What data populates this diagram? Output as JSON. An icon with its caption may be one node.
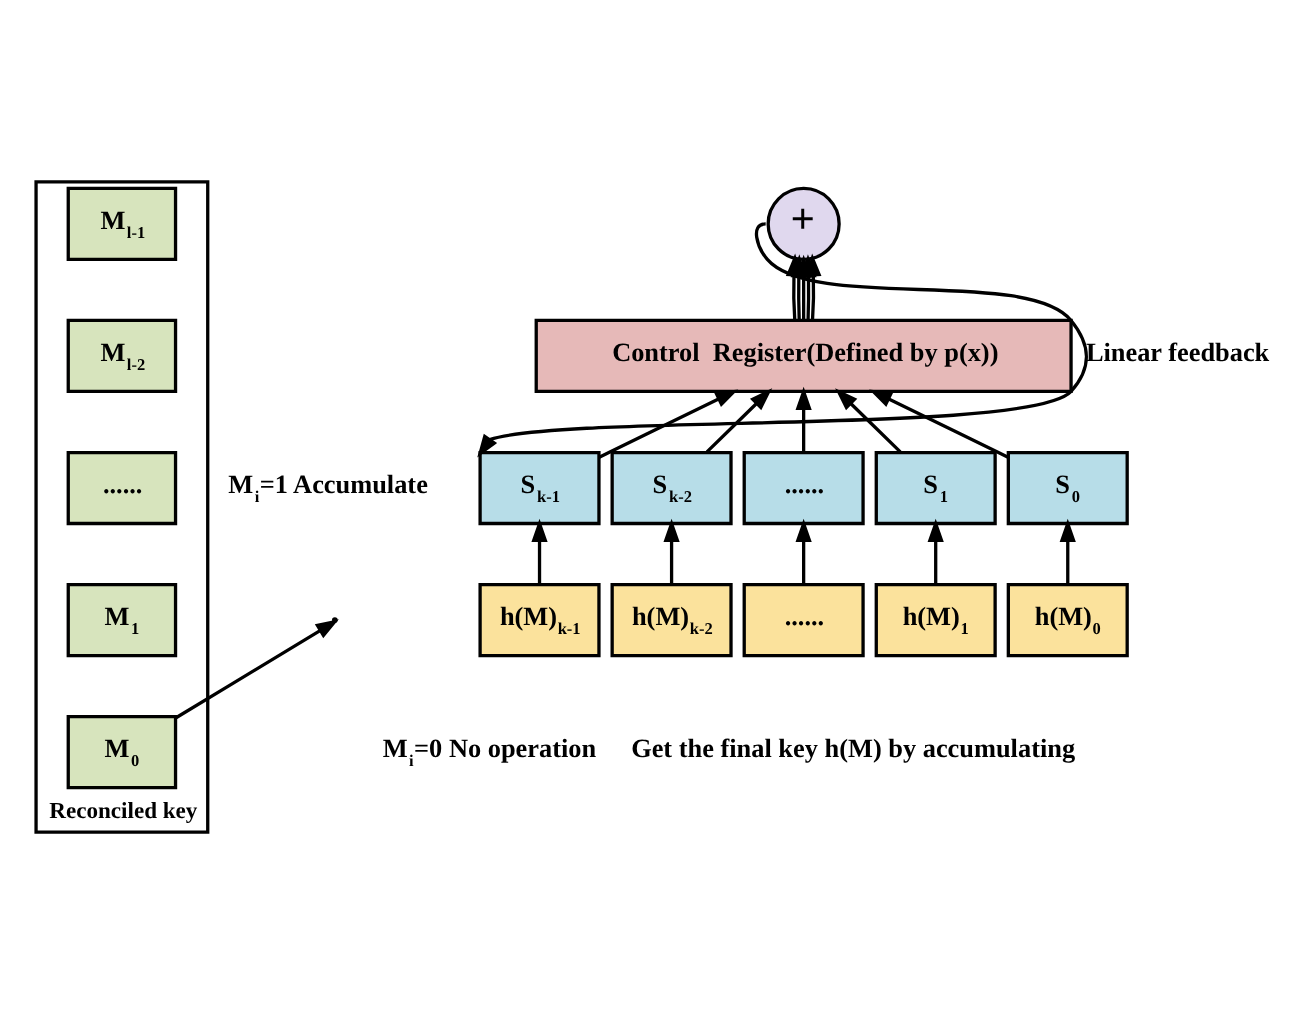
{
  "diagram": {
    "nodes": [
      {
        "text": [
          "Reconciled key"
        ]
      },
      {
        "text": [
          "M$_{l-1}$"
        ],
        "in": 0
      },
      {
        "text": [
          "M$_{l-2}$"
        ],
        "in": 0
      },
      {
        "text": [
          "......"
        ],
        "in": 0
      },
      {
        "text": [
          "M$_{1}$"
        ],
        "in": 0
      },
      {
        "text": [
          "M$_{0}$"
        ],
        "in": 0
      },
      {
        "text": [
          "+"
        ]
      },
      {
        "text": [
          "Control  Register(Defined by p(x))"
        ]
      },
      {
        "text": [
          "S$_{k-1}$"
        ]
      },
      {
        "text": [
          "S$_{k-2}$"
        ]
      },
      {
        "text": [
          "......"
        ]
      },
      {
        "text": [
          "S$_{1}$"
        ]
      },
      {
        "text": [
          "S$_{0}$"
        ]
      },
      {
        "text": [
          "h(M)$_{k-1}$"
        ]
      },
      {
        "text": [
          "h(M)$_{k-2}$"
        ]
      },
      {
        "text": [
          "......"
        ]
      },
      {
        "text": [
          "h(M)$_{1}$"
        ]
      },
      {
        "text": [
          "h(M)$_{0}$"
        ]
      }
    ],
    "edges": [
      {
        "from": 7,
        "to": 6,
        "arrow": "to"
      },
      {
        "from": 7,
        "to": 6,
        "arrow": "to"
      },
      {
        "from": 7,
        "to": 6,
        "arrow": "to"
      },
      {
        "from": 7,
        "to": 6,
        "arrow": "to"
      },
      {
        "from": 7,
        "to": 6,
        "arrow": "to"
      },
      {
        "from": 8,
        "to": 7,
        "arrow": "to"
      },
      {
        "from": 9,
        "to": 7,
        "arrow": "to"
      },
      {
        "from": 10,
        "to": 7,
        "arrow": "to"
      },
      {
        "from": 11,
        "to": 7,
        "arrow": "to"
      },
      {
        "from": 12,
        "to": 7,
        "arrow": "to"
      },
      {
        "from": 13,
        "to": 8,
        "arrow": "to"
      },
      {
        "from": 14,
        "to": 9,
        "arrow": "to"
      },
      {
        "from": 15,
        "to": 10,
        "arrow": "to"
      },
      {
        "from": 16,
        "to": 11,
        "arrow": "to"
      },
      {
        "from": 17,
        "to": 12,
        "arrow": "to"
      },
      {
        "from": 6,
        "to": 8,
        "arrow": "to",
        "label": "Linear feedback"
      },
      {
        "from": 5,
        "to": null,
        "arrow": "to"
      }
    ],
    "labels": [
      "M$_{i}$=1 Accumulate",
      "M$_{i}$=0 No operation",
      "Get the final key h(M) by accumulating"
    ]
  }
}
